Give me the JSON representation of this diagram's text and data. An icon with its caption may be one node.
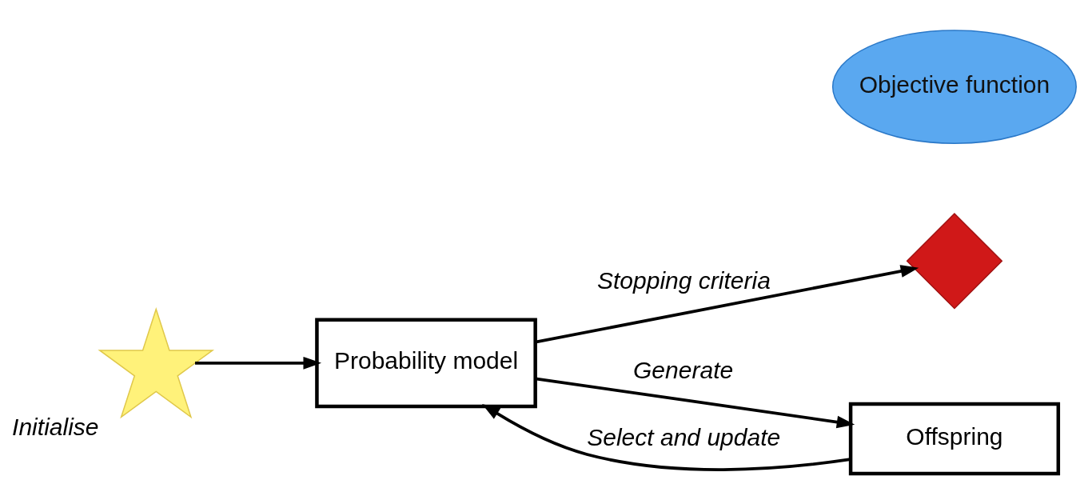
{
  "diagram": {
    "nodes": [
      {
        "text": [],
        "shape": "star",
        "beside": [
          "Initialise"
        ]
      },
      {
        "text": [
          "Probability model"
        ]
      },
      {
        "text": [],
        "shape": "diamond"
      },
      {
        "text": [
          "Offspring"
        ]
      },
      {
        "text": [
          "Objective function"
        ]
      }
    ],
    "edges": [
      {
        "from": 0,
        "to": 1,
        "arrow": "to"
      },
      {
        "from": 1,
        "to": 2,
        "arrow": "to",
        "label": "Stopping criteria"
      },
      {
        "from": 1,
        "to": 3,
        "arrow": "to",
        "label": "Generate"
      },
      {
        "from": 3,
        "to": 1,
        "arrow": "to",
        "label": "Select and update"
      }
    ]
  }
}
